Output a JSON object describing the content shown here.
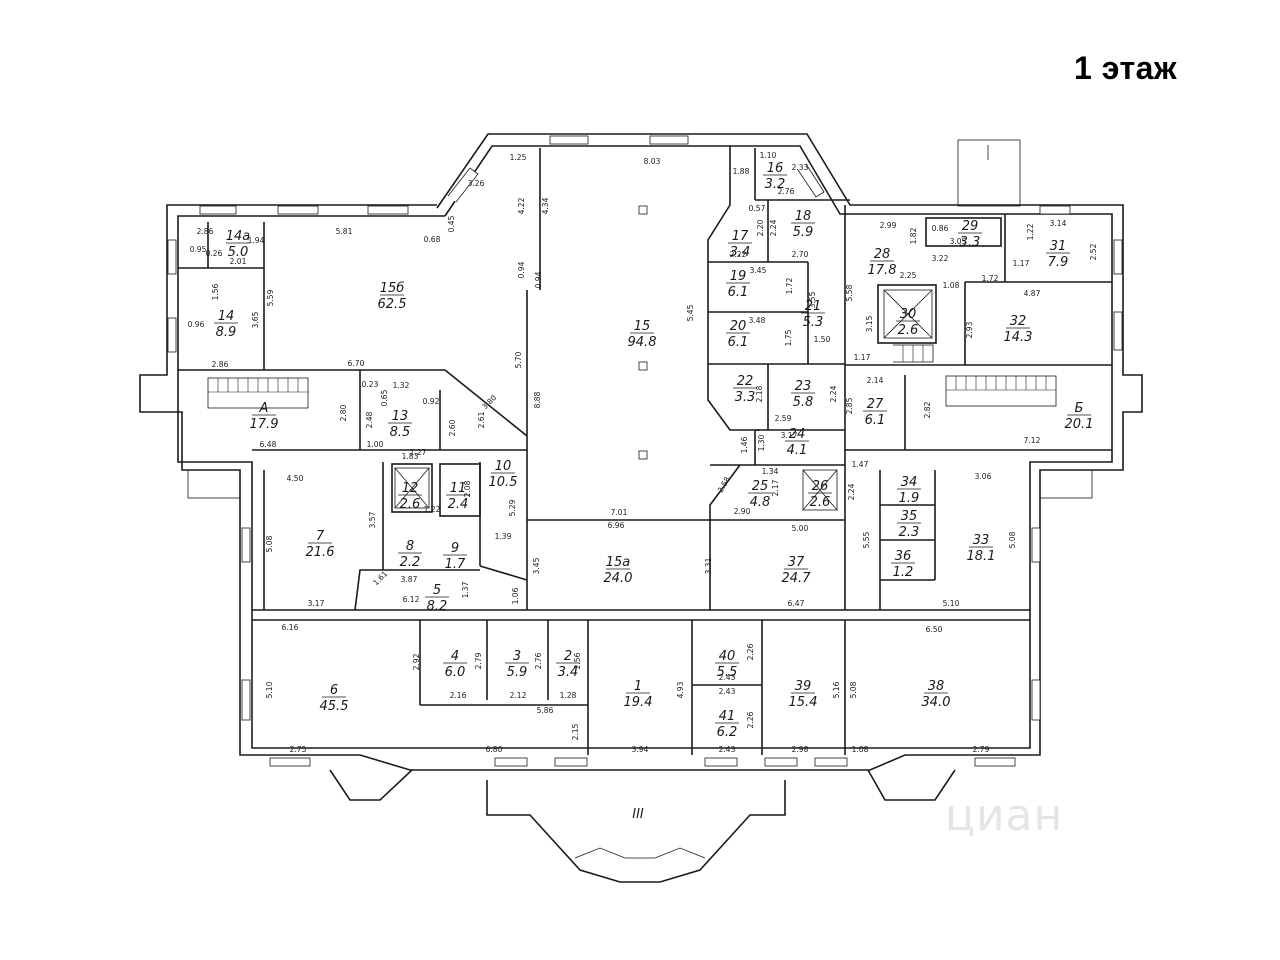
{
  "title": "1 этаж",
  "watermark": "циан",
  "entrance_label": "III",
  "rooms": [
    {
      "id": "r14a",
      "num": "14a",
      "area": "5.0"
    },
    {
      "id": "r14",
      "num": "14",
      "area": "8.9"
    },
    {
      "id": "r15b",
      "num": "15б",
      "area": "62.5"
    },
    {
      "id": "r15",
      "num": "15",
      "area": "94.8"
    },
    {
      "id": "r16",
      "num": "16",
      "area": "3.2"
    },
    {
      "id": "r17",
      "num": "17",
      "area": "3.4"
    },
    {
      "id": "r18",
      "num": "18",
      "area": "5.9"
    },
    {
      "id": "r19",
      "num": "19",
      "area": "6.1"
    },
    {
      "id": "r20",
      "num": "20",
      "area": "6.1"
    },
    {
      "id": "r21",
      "num": "21",
      "area": "5.3"
    },
    {
      "id": "r22",
      "num": "22",
      "area": "3.3"
    },
    {
      "id": "r23",
      "num": "23",
      "area": "5.8"
    },
    {
      "id": "r24",
      "num": "24",
      "area": "4.1"
    },
    {
      "id": "r25",
      "num": "25",
      "area": "4.8"
    },
    {
      "id": "r26",
      "num": "26",
      "area": "2.6"
    },
    {
      "id": "r27",
      "num": "27",
      "area": "6.1"
    },
    {
      "id": "r28",
      "num": "28",
      "area": "17.8"
    },
    {
      "id": "r29",
      "num": "29",
      "area": "3.3"
    },
    {
      "id": "r30",
      "num": "30",
      "area": "2.6"
    },
    {
      "id": "r31",
      "num": "31",
      "area": "7.9"
    },
    {
      "id": "r32",
      "num": "32",
      "area": "14.3"
    },
    {
      "id": "rA",
      "num": "A",
      "area": "17.9"
    },
    {
      "id": "rB",
      "num": "Б",
      "area": "20.1"
    },
    {
      "id": "r13",
      "num": "13",
      "area": "8.5"
    },
    {
      "id": "r10",
      "num": "10",
      "area": "10.5"
    },
    {
      "id": "r11",
      "num": "11",
      "area": "2.4"
    },
    {
      "id": "r12",
      "num": "12",
      "area": "2.6"
    },
    {
      "id": "r7",
      "num": "7",
      "area": "21.6"
    },
    {
      "id": "r8",
      "num": "8",
      "area": "2.2"
    },
    {
      "id": "r9",
      "num": "9",
      "area": "1.7"
    },
    {
      "id": "r5",
      "num": "5",
      "area": "8.2"
    },
    {
      "id": "r15a",
      "num": "15a",
      "area": "24.0"
    },
    {
      "id": "r37",
      "num": "37",
      "area": "24.7"
    },
    {
      "id": "r34",
      "num": "34",
      "area": "1.9"
    },
    {
      "id": "r35",
      "num": "35",
      "area": "2.3"
    },
    {
      "id": "r36",
      "num": "36",
      "area": "1.2"
    },
    {
      "id": "r33",
      "num": "33",
      "area": "18.1"
    },
    {
      "id": "r6",
      "num": "6",
      "area": "45.5"
    },
    {
      "id": "r4",
      "num": "4",
      "area": "6.0"
    },
    {
      "id": "r3",
      "num": "3",
      "area": "5.9"
    },
    {
      "id": "r2",
      "num": "2",
      "area": "3.4"
    },
    {
      "id": "r1",
      "num": "1",
      "area": "19.4"
    },
    {
      "id": "r40",
      "num": "40",
      "area": "5.5"
    },
    {
      "id": "r41",
      "num": "41",
      "area": "6.2"
    },
    {
      "id": "r39",
      "num": "39",
      "area": "15.4"
    },
    {
      "id": "r38",
      "num": "38",
      "area": "34.0"
    }
  ],
  "dimensions": [
    "1.25",
    "8.03",
    "1.10",
    "1.88",
    "2.33",
    "2.76",
    "3.26",
    "4.22",
    "4.34",
    "0.45",
    "0.68",
    "2.86",
    "0.26",
    "0.95",
    "2.01",
    "1.94",
    "5.81",
    "1.56",
    "5.59",
    "0.96",
    "3.65",
    "2.86",
    "0.94",
    "0.94",
    "5.45",
    "5.70",
    "8.88",
    "6.70",
    "0.57",
    "2.20",
    "2.24",
    "2.22",
    "2.70",
    "3.45",
    "1.72",
    "3.48",
    "1.75",
    "1.50",
    "3.55",
    "5.58",
    "2.25",
    "2.18",
    "2.59",
    "2.24",
    "1.46",
    "1.30",
    "3.17",
    "2.99",
    "1.82",
    "0.86",
    "3.05",
    "3.22",
    "1.22",
    "3.14",
    "2.52",
    "1.17",
    "1.72",
    "4.87",
    "1.08",
    "2.93",
    "3.15",
    "1.17",
    "2.14",
    "2.85",
    "2.82",
    "7.12",
    "1.47",
    "0.23",
    "1.32",
    "0.92",
    "0.65",
    "2.80",
    "2.48",
    "1.00",
    "2.60",
    "2.61",
    "3.80",
    "6.48",
    "1.27",
    "1.83",
    "2.08",
    "1.22",
    "5.29",
    "4.50",
    "3.57",
    "5.08",
    "1.39",
    "3.87",
    "1.61",
    "3.17",
    "6.12",
    "1.37",
    "1.06",
    "3.45",
    "7.01",
    "6.96",
    "3.31",
    "2.58",
    "1.34",
    "2.17",
    "2.90",
    "5.00",
    "2.24",
    "3.06",
    "5.55",
    "5.08",
    "6.16",
    "2.92",
    "2.79",
    "2.76",
    "2.56",
    "2.16",
    "2.12",
    "1.28",
    "5.86",
    "2.15",
    "5.10",
    "2.75",
    "6.80",
    "3.94",
    "4.93",
    "2.43",
    "2.26",
    "2.43",
    "2.26",
    "2.43",
    "5.16",
    "5.08",
    "2.98",
    "1.08",
    "6.47",
    "6.50",
    "5.10",
    "2.79"
  ]
}
